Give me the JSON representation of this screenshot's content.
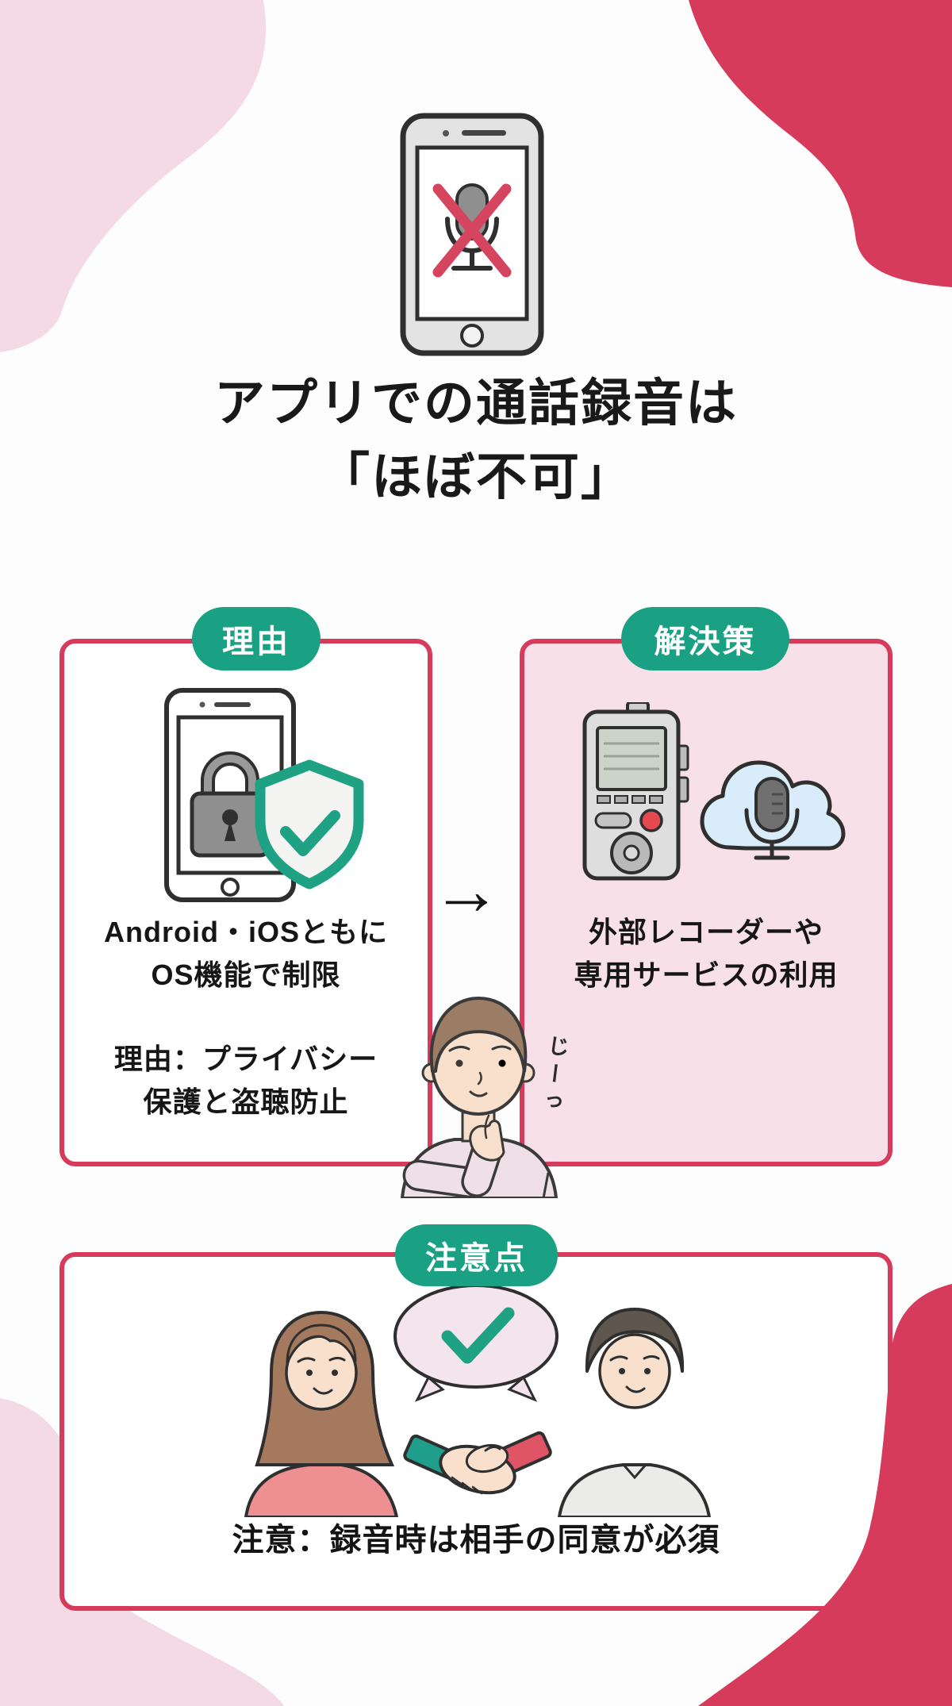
{
  "page": {
    "title_line1": "アプリでの通話録音は",
    "title_line2": "「ほぼ不可」"
  },
  "colors": {
    "accent_red": "#d63b5c",
    "badge_teal": "#1aa183",
    "panel_pink": "#f7e0e8",
    "blob_pink": "#f4dae4",
    "check_teal": "#1fa184",
    "cross_red": "#d6455f"
  },
  "reason": {
    "badge": "理由",
    "text1_line1": "Android・iOSともに",
    "text1_line2": "OS機能で制限",
    "text2_line1": "理由：プライバシー",
    "text2_line2": "保護と盗聴防止"
  },
  "solution": {
    "badge": "解決策",
    "text_line1": "外部レコーダーや",
    "text_line2": "専用サービスの利用"
  },
  "caution": {
    "badge": "注意点",
    "note": "注意：録音時は相手の同意が必須"
  },
  "connector": {
    "arrow": "→",
    "gaze": "じーっ"
  }
}
